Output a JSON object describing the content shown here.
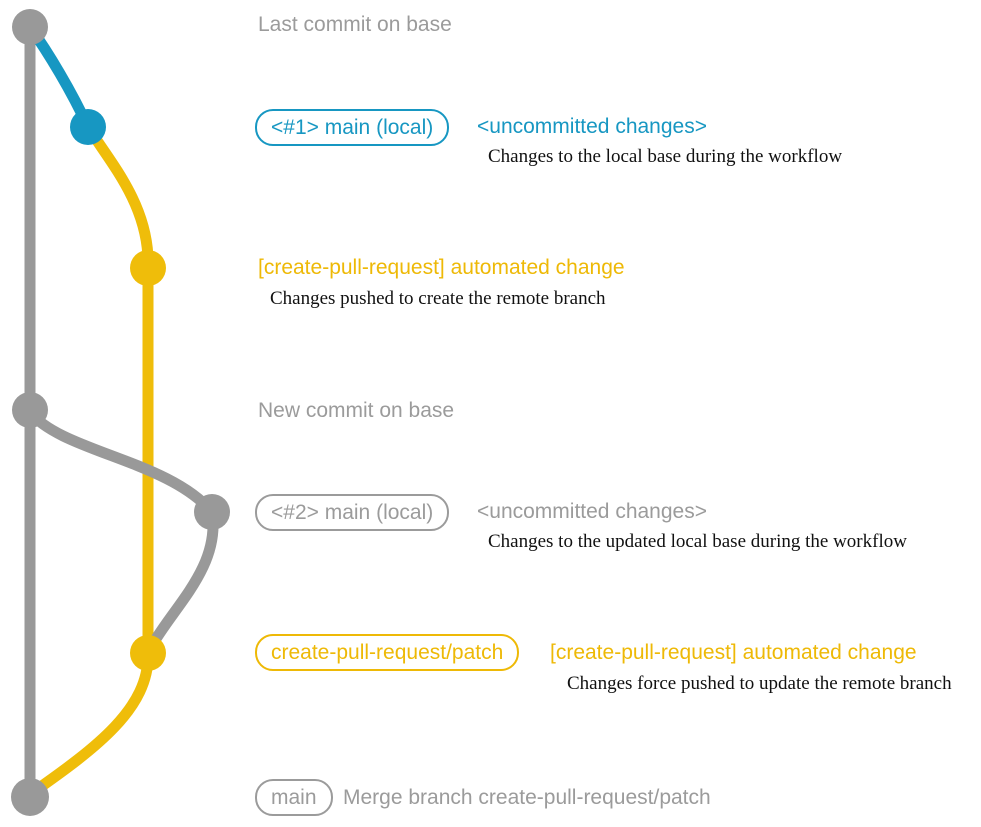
{
  "palette": {
    "base_gray": "#999999",
    "text_gray": "#9b9b9b",
    "branch_blue": "#1797c2",
    "branch_yellow": "#efbd0a",
    "description_black": "#111111",
    "background": "#ffffff"
  },
  "graph": {
    "branches": [
      {
        "name": "base",
        "color": "#999999"
      },
      {
        "name": "main-local-1",
        "color": "#1797c2"
      },
      {
        "name": "create-pull-request-patch",
        "color": "#efbd0a"
      },
      {
        "name": "main-local-2",
        "color": "#999999"
      }
    ],
    "commits": [
      {
        "name": "last-commit-on-base",
        "branch": "base"
      },
      {
        "name": "uncommitted-changes-1",
        "branch": "main-local-1"
      },
      {
        "name": "automated-change-1",
        "branch": "create-pull-request-patch"
      },
      {
        "name": "new-commit-on-base",
        "branch": "base"
      },
      {
        "name": "uncommitted-changes-2",
        "branch": "main-local-2"
      },
      {
        "name": "automated-change-2",
        "branch": "create-pull-request-patch"
      },
      {
        "name": "merge-commit",
        "branch": "base"
      }
    ]
  },
  "rows": [
    {
      "heading": "Last commit on base"
    },
    {
      "badge": "<#1> main (local)",
      "heading": "<uncommitted changes>",
      "description": "Changes to the local base during the workflow"
    },
    {
      "heading": "[create-pull-request] automated change",
      "description": "Changes pushed to create the remote branch"
    },
    {
      "heading": "New commit on base"
    },
    {
      "badge": "<#2> main (local)",
      "heading": "<uncommitted changes>",
      "description": "Changes to the updated local base during the workflow"
    },
    {
      "badge": "create-pull-request/patch",
      "heading": "[create-pull-request] automated change",
      "description": "Changes force pushed to update the remote branch"
    },
    {
      "badge": "main",
      "heading": "Merge branch create-pull-request/patch"
    }
  ]
}
